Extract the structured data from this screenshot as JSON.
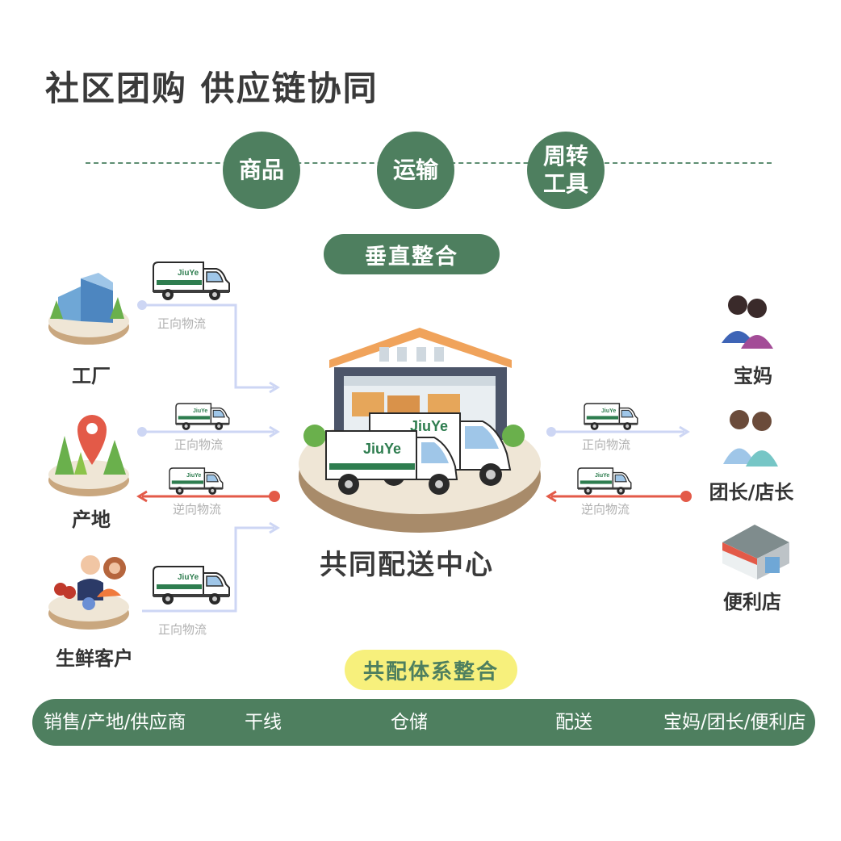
{
  "title": "社区团购 供应链协同",
  "top_circles": [
    "商品",
    "运输",
    "周转工具"
  ],
  "vertical_label": "垂直整合",
  "center_label": "共同配送中心",
  "truck_brand": "JiuYe",
  "left_nodes": [
    "工厂",
    "产地",
    "生鲜客户"
  ],
  "right_nodes": [
    "宝妈",
    "团长/店长",
    "便利店"
  ],
  "flow_forward": "正向物流",
  "flow_reverse": "逆向物流",
  "system_label": "共配体系整合",
  "chain": [
    "销售/产地/供应商",
    "干线",
    "仓储",
    "配送",
    "宝妈/团长/便利店"
  ],
  "colors": {
    "green": "#4e7f5f",
    "yellow": "#f7f07c",
    "forward_arrow": "#cdd6f4",
    "reverse_arrow": "#e35a48"
  }
}
